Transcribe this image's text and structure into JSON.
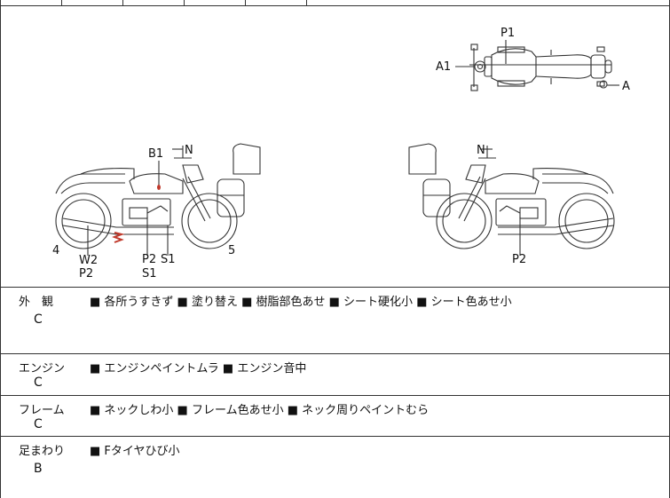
{
  "diagram": {
    "labels": {
      "top_p1": "P1",
      "top_a1": "A1",
      "top_a": "A",
      "left_b1": "B1",
      "left_n": "N",
      "left_4": "4",
      "left_w2": "W2",
      "left_p2a": "P2",
      "left_p2b": "P2",
      "left_s1a": "S1",
      "left_s1b": "S1",
      "left_5": "5",
      "right_n": "N",
      "right_p2": "P2"
    },
    "colors": {
      "damage_mark": "#c0392b",
      "line": "#333333"
    }
  },
  "sections": [
    {
      "category": "外　観",
      "grade": "C",
      "notes": "■ 各所うすきず ■ 塗り替え ■ 樹脂部色あせ ■ シート硬化小 ■ シート色あせ小"
    },
    {
      "category": "エンジン",
      "grade": "C",
      "notes": "■ エンジンペイントムラ ■ エンジン音中"
    },
    {
      "category": "フレーム",
      "grade": "C",
      "notes": "■ ネックしわ小 ■ フレーム色あせ小 ■ ネック周りペイントむら"
    },
    {
      "category": "足まわり",
      "grade": "B",
      "notes": "■ Fタイヤひび小"
    }
  ]
}
